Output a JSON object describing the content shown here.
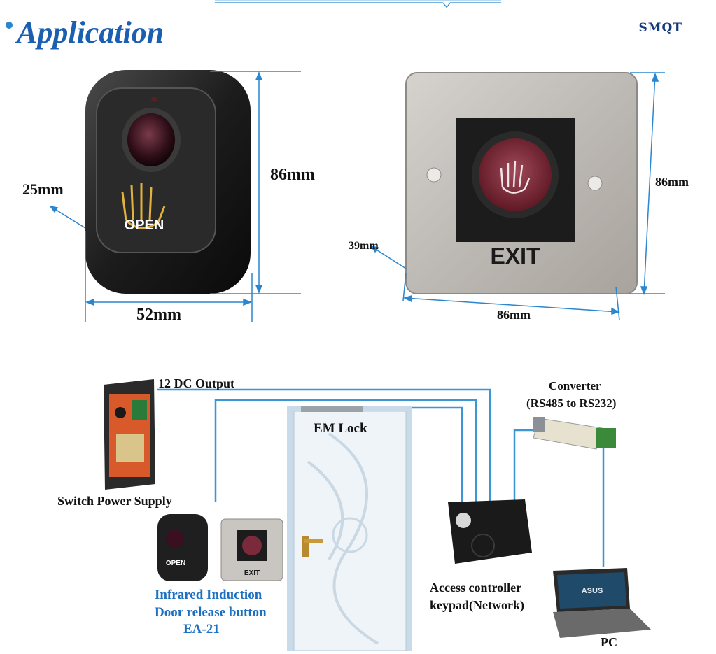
{
  "header": {
    "title": "Application",
    "brand": "SMQT"
  },
  "product_left": {
    "button_text": "OPEN",
    "dim_height": "86mm",
    "dim_width": "52mm",
    "dim_depth": "25mm"
  },
  "product_right": {
    "button_text": "EXIT",
    "dim_height": "86mm",
    "dim_width": "86mm",
    "dim_depth": "39mm"
  },
  "diagram": {
    "dc_output": "12 DC Output",
    "power_supply": "Switch Power Supply",
    "em_lock": "EM Lock",
    "converter_line1": "Converter",
    "converter_line2": "(RS485 to RS232)",
    "button_label_line1": "Infrared Induction",
    "button_label_line2": "Door release button",
    "button_label_line3": "EA-21",
    "controller_line1": "Access controller",
    "controller_line2": "keypad(Network)",
    "pc": "PC",
    "laptop_brand": "ASUS",
    "small_open": "OPEN",
    "small_exit": "EXIT"
  },
  "colors": {
    "accent": "#2a86cf",
    "title": "#1b5fb0",
    "wire": "#3b96d6"
  }
}
